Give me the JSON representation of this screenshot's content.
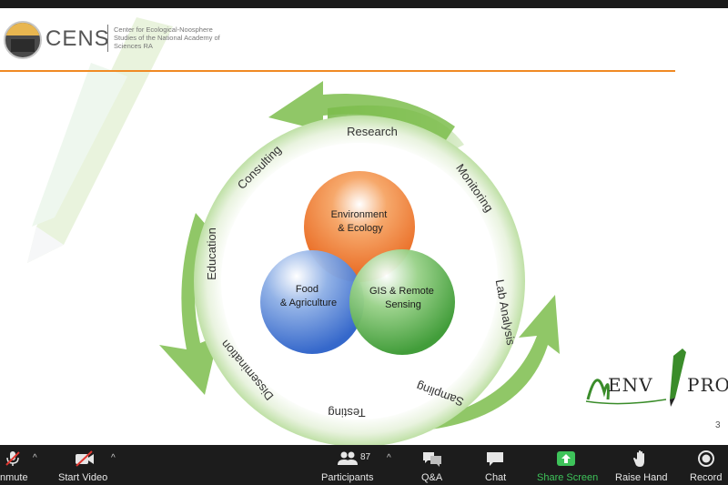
{
  "slide": {
    "org_short": "CENS",
    "org_full": "Center for Ecological-Noosphere Studies of the National Academy of Sciences RA",
    "cycle_labels": {
      "research": "Research",
      "monitoring": "Monitoring",
      "lab_analysis": "Lab Analysis",
      "sampling": "Sampling",
      "testing": "Testing",
      "dissemination": "Dissemination",
      "education": "Education",
      "consulting": "Consulting"
    },
    "circles": {
      "environment": [
        "Environment",
        "& Ecology"
      ],
      "food": [
        "Food",
        "& Agriculture"
      ],
      "gis": [
        "GIS & Remote",
        "Sensing"
      ]
    },
    "brand": {
      "left": "ENV",
      "right": "PRO"
    },
    "page_number": "3"
  },
  "toolbar": {
    "unmute": "nmute",
    "start_video": "Start Video",
    "participants": "Participants",
    "participant_count": "87",
    "qa": "Q&A",
    "chat": "Chat",
    "share_screen": "Share Screen",
    "raise_hand": "Raise Hand",
    "record": "Record"
  },
  "colors": {
    "accent_orange": "#f08a24",
    "green": "#6db33f",
    "share_green": "#3ec35a"
  }
}
